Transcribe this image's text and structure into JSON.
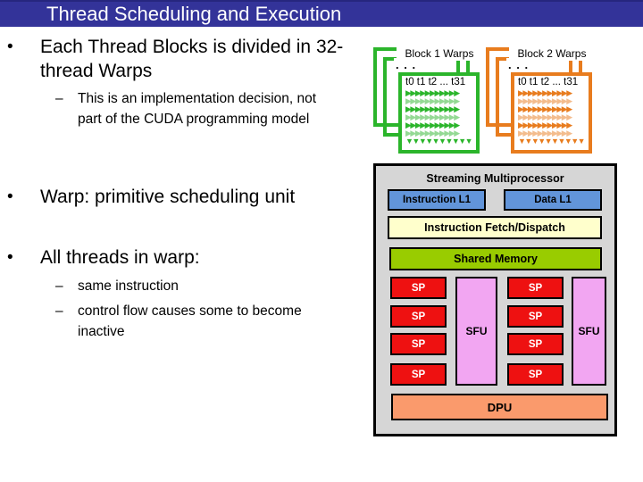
{
  "colors": {
    "title_bar_bg": "#333399",
    "title_bar_edge": "#26267E",
    "block1_green": "#2BB52B",
    "block2_orange": "#E87C1E",
    "sm_bg": "#D6D6D6",
    "l1_blue": "#6295DA",
    "fetch_yellow": "#FFFFCC",
    "shared_green": "#99CC00",
    "sp_red": "#EE1111",
    "sfu_pink": "#F2A6F2",
    "dpu_salmon": "#FA9A6C"
  },
  "title_bar": {
    "title": "Thread Scheduling and Execution"
  },
  "bullets": {
    "marker": "•",
    "dash": "–",
    "b1": "Each Thread Blocks is divided in 32-thread Warps",
    "b1_sub": "This is an implementation decision, not part of the CUDA programming model",
    "b2": "Warp: primitive scheduling unit",
    "b3": "All threads in warp:",
    "b3_sub1": "same instruction",
    "b3_sub2": "control flow causes some to become inactive"
  },
  "warps": {
    "block1_label": "Block 1 Warps",
    "block2_label": "Block 2 Warps",
    "dots": ". . .",
    "thread_range": "t0 t1 t2 ... t31",
    "arrow_row": "▶▶▶▶▶▶▶▶▶▶▶",
    "arrow_row_down": "▼▼▼▼▼▼▼▼▼▼"
  },
  "sm": {
    "title": "Streaming Multiprocessor",
    "instruction_l1": "Instruction L1",
    "data_l1": "Data L1",
    "fetch_dispatch": "Instruction Fetch/Dispatch",
    "shared_memory": "Shared Memory",
    "sp": "SP",
    "sfu": "SFU",
    "dpu": "DPU"
  }
}
